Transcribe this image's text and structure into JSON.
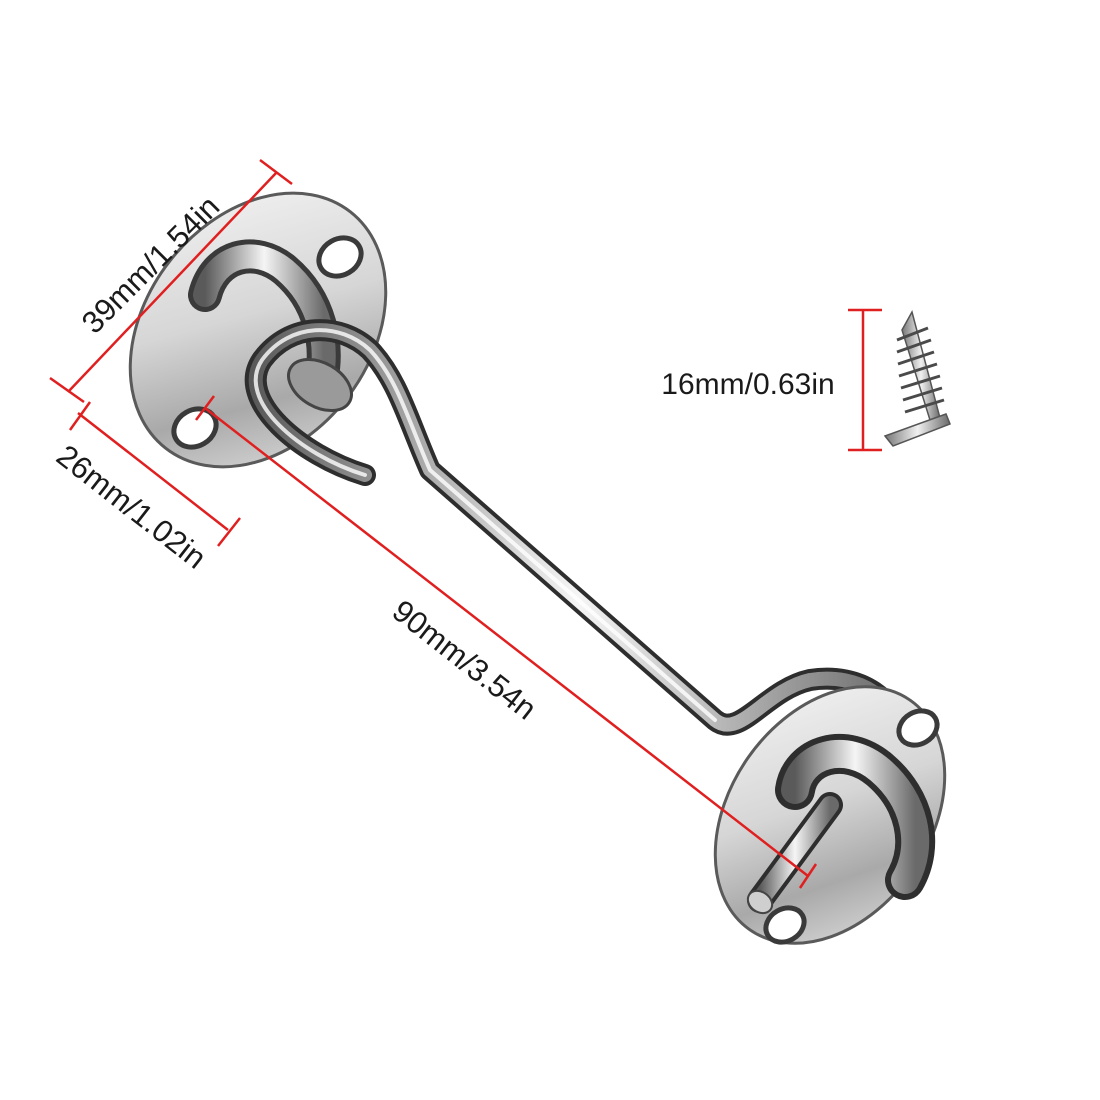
{
  "dimensions": {
    "plate_height": "39mm/1.54in",
    "plate_width": "26mm/1.02in",
    "hook_length": "90mm/3.54n",
    "screw_length": "16mm/0.63in"
  },
  "colors": {
    "background": "#ffffff",
    "dimension_line": "#e02020",
    "text": "#1a1a1a",
    "steel_light": "#f2f2f2",
    "steel_mid": "#bdbdbd",
    "steel_dark": "#4a4a4a"
  },
  "icons": {
    "hook": "cabin-hook-icon",
    "screw": "wood-screw-icon"
  }
}
